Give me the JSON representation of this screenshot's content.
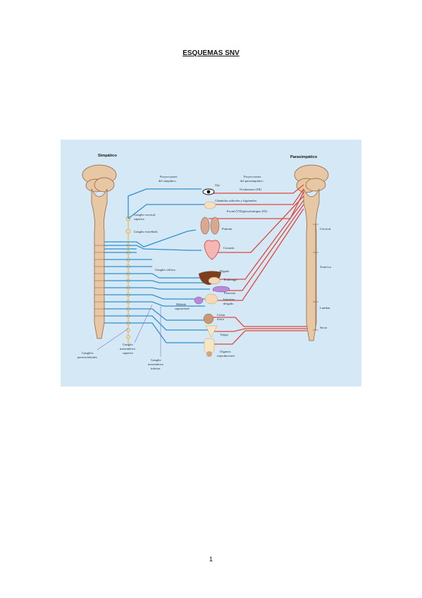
{
  "page": {
    "title": "ESQUEMAS  SNV",
    "number": "1"
  },
  "diagram": {
    "headers": {
      "sympathetic": "Simpático",
      "parasympathetic": "Parasimpático",
      "sym_projections": [
        "Proyecciones",
        "del simpático"
      ],
      "par_projections": [
        "Proyecciones",
        "del parasimpático"
      ]
    },
    "organs": {
      "eye": "Ojo",
      "oculomotor": "Oculomotor (III)",
      "glands": "Glándulas salivales y lagrimales",
      "facial": "Facial (VII)/glosofaríngeo (IX)",
      "lung": "Pulmón",
      "heart": "Corazón",
      "liver": "Hígado",
      "stomach": "Estómago",
      "pancreas": "Páncreas",
      "small_intestine": [
        "Intestino",
        "delgado"
      ],
      "adrenal": [
        "Médula",
        "suprarrenal"
      ],
      "colon": [
        "Colon",
        "iliaco"
      ],
      "bladder": "Vejiga",
      "reproductive": [
        "Órganos",
        "reproductores"
      ]
    },
    "ganglia": {
      "cervical_sup": [
        "Ganglio cervical",
        "superior"
      ],
      "stellate": "Ganglio estrellado",
      "celiac": "Ganglio celíaco",
      "paravertebral": [
        "Ganglios",
        "paravertebrales"
      ],
      "mesenteric_sup": [
        "Ganglio",
        "mesentérico",
        "superior"
      ],
      "mesenteric_inf": [
        "Ganglio",
        "mesentérico",
        "inferior"
      ]
    },
    "regions": [
      "Cervical",
      "Torácica",
      "Lumbar",
      "Sacra"
    ],
    "colors": {
      "background": "#d4e9f5",
      "sympathetic": "#2f8fcf",
      "parasympathetic": "#e0443a",
      "spinal_cord": "#e8c7a5"
    }
  }
}
